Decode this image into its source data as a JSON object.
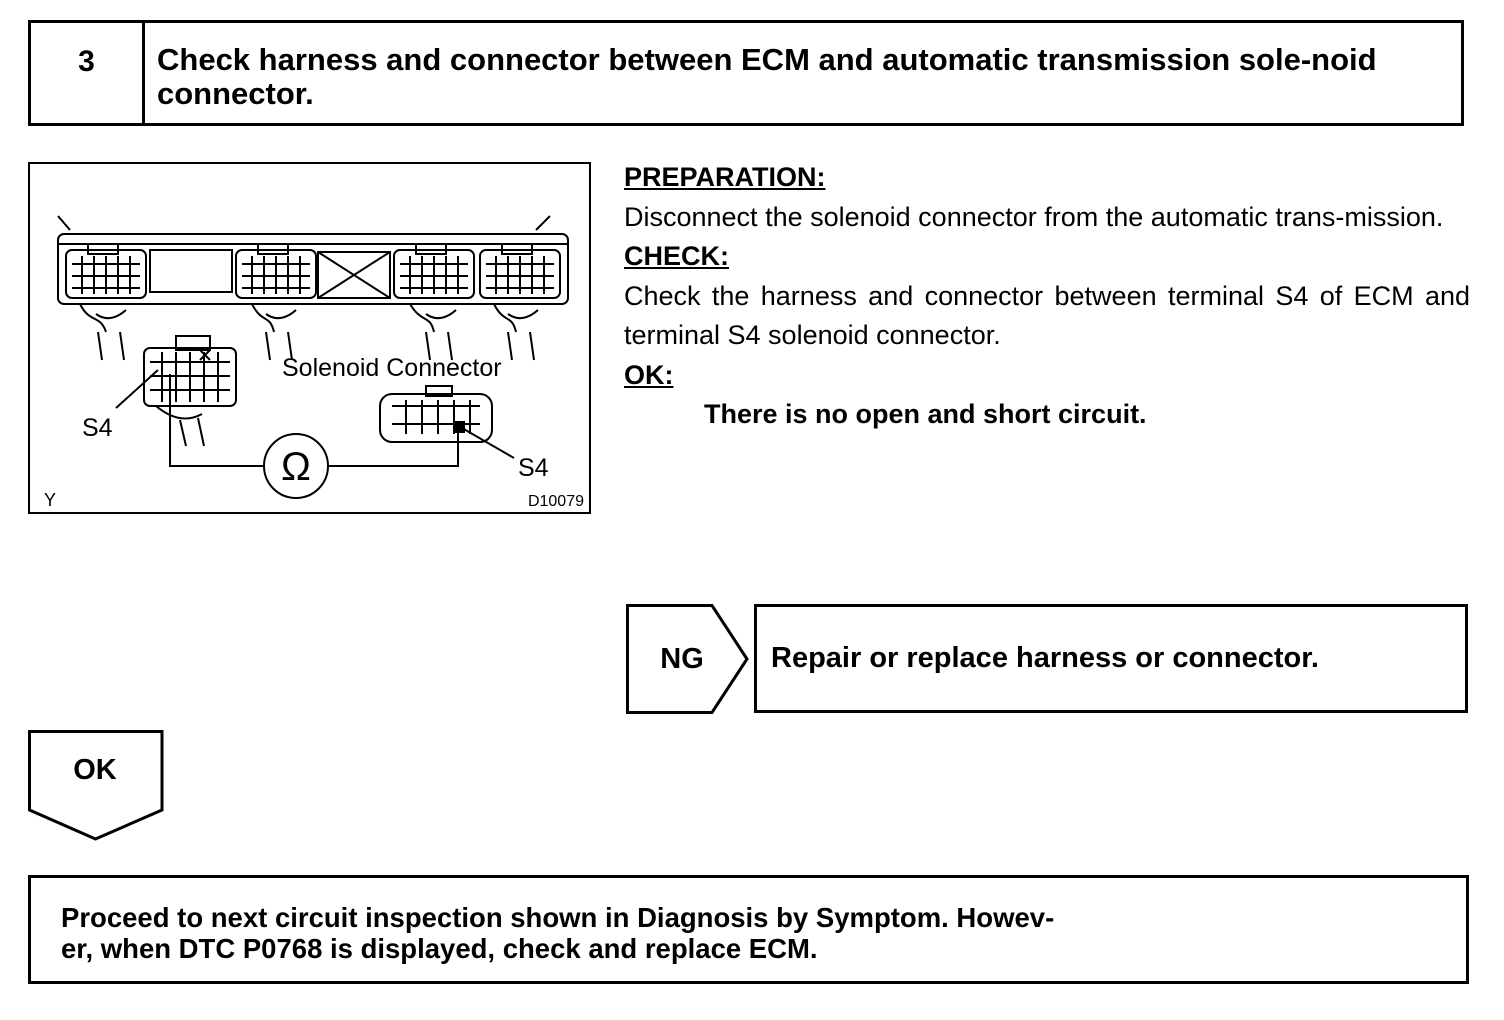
{
  "step": {
    "number": "3",
    "title": "Check harness and connector between ECM and automatic transmission sole-noid connector."
  },
  "figure": {
    "labels": {
      "solenoid_connector": "Solenoid Connector",
      "ecm_terminal": "S4",
      "solenoid_terminal": "S4",
      "ohm_symbol": "Ω",
      "corner_code": "Y",
      "figure_id": "D10079"
    }
  },
  "preparation": {
    "heading": "PREPARATION:",
    "text": "Disconnect the solenoid connector from the automatic trans-mission."
  },
  "check": {
    "heading": "CHECK:",
    "text": "Check the harness and connector between terminal S4 of ECM and terminal S4 solenoid connector."
  },
  "ok_criteria": {
    "heading": "OK:",
    "text": "There is no open and short circuit."
  },
  "ng_branch": {
    "label": "NG",
    "action": "Repair or replace harness or connector."
  },
  "ok_branch": {
    "label": "OK"
  },
  "final_action": {
    "line1": "Proceed to next circuit inspection shown in Diagnosis by Symptom. Howev-",
    "line2": "er, when DTC P0768 is displayed, check and replace ECM."
  }
}
